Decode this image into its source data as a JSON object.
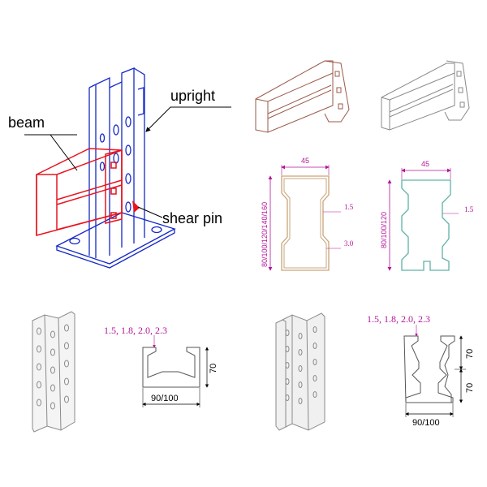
{
  "callouts": {
    "beam": "beam",
    "upright": "upright",
    "shear_pin": "shear pin"
  },
  "beam_section_box": {
    "width": "45",
    "heights": "80/100/120/140/160",
    "thickness": "1.5",
    "thickness_2": "3.0"
  },
  "beam_section_step": {
    "width": "45",
    "heights": "80/100/120",
    "thickness": "1.5"
  },
  "upright_profile_a": {
    "thicknesses": "1.5, 1.8, 2.0, 2.3",
    "height": "70",
    "width": "90/100"
  },
  "upright_profile_b": {
    "thicknesses": "1.5, 1.8, 2.0, 2.3",
    "height_top": "70",
    "height_bottom": "70",
    "width": "90/100"
  },
  "colors": {
    "beam_red": "#e8141e",
    "upright_blue": "#1428c8",
    "beam_brown": "#9a5a4a",
    "beam_gray": "#8a8a8a",
    "section_tan": "#c9a57a",
    "section_teal": "#5fb2a8",
    "dimension_magenta": "#b4149a",
    "profile_gray": "#555555"
  }
}
